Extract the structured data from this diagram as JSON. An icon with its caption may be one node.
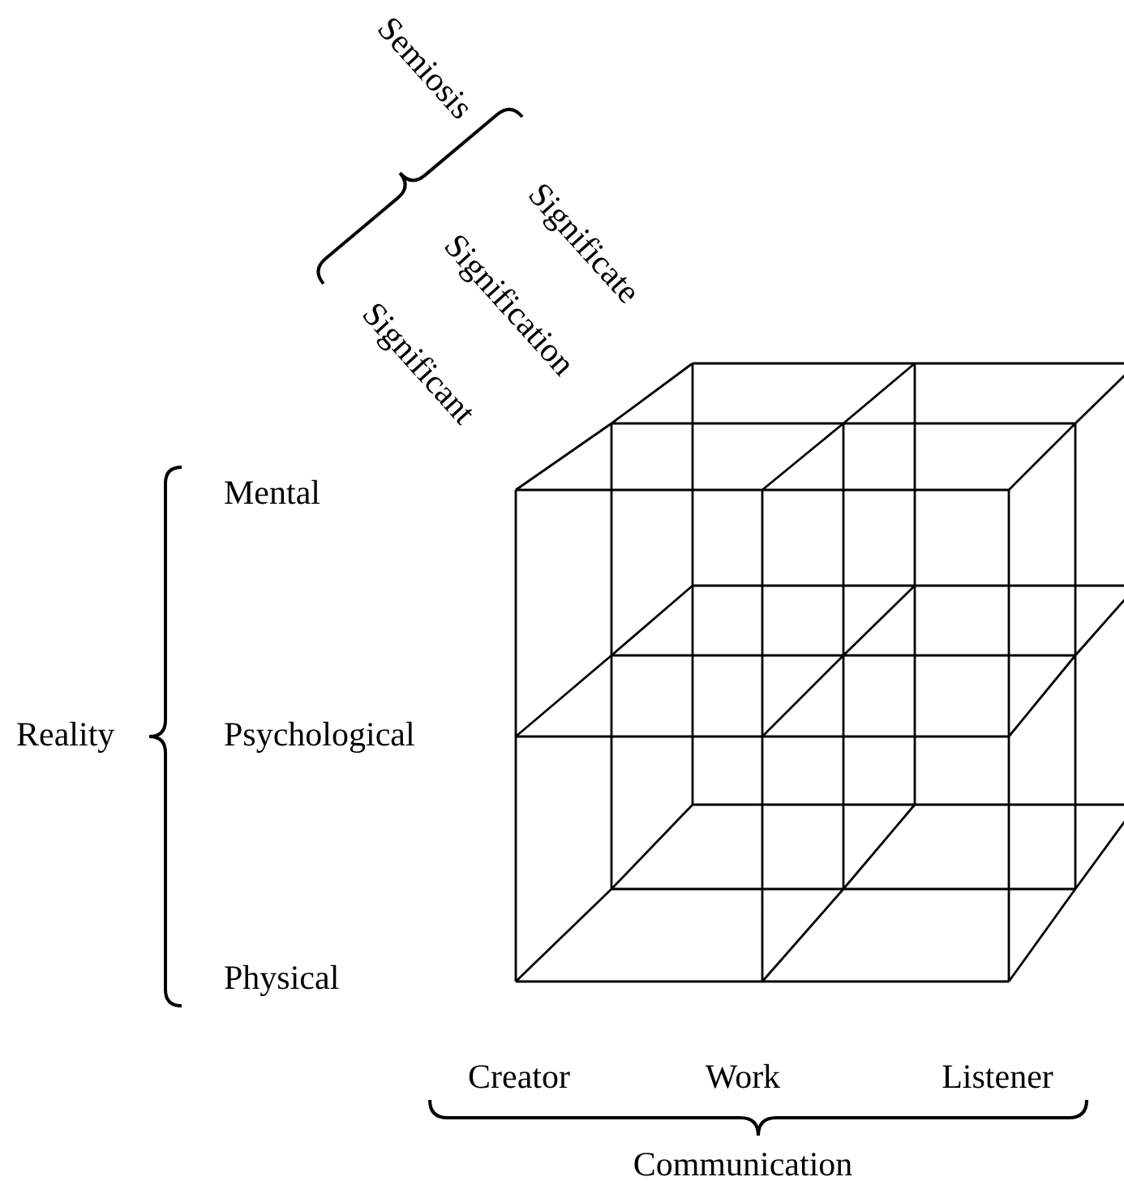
{
  "diagram": {
    "labels": [
      "Semiosis",
      "Significate",
      "Signification",
      "Significant",
      "Mental",
      "Reality",
      "Psychological",
      "Physical",
      "Creator",
      "Work",
      "Listener",
      "Communication"
    ]
  }
}
